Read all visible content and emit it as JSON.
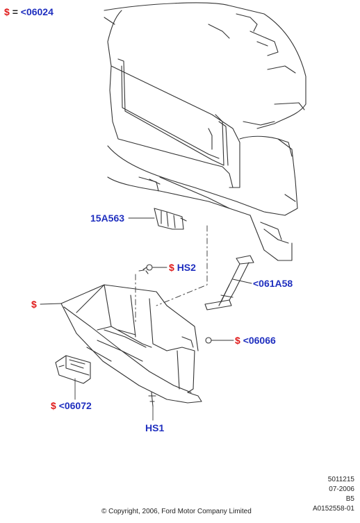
{
  "header": {
    "dollar": "$",
    "equals": "=",
    "code": "<06024"
  },
  "callouts": {
    "glovebox_dollar": "$",
    "latch_part": "15A563",
    "hs2_dollar": "$",
    "hs2": "HS2",
    "damper_part": "<061A58",
    "screw_dollar": "$",
    "screw_part": "<06066",
    "lock_dollar": "$",
    "lock_part": "<06072",
    "hs1": "HS1"
  },
  "footer": {
    "line1": "5011215",
    "line2": "07-2006",
    "line3": "B5",
    "line4": "A0152558-01",
    "copyright": "© Copyright, 2006, Ford Motor Company Limited"
  },
  "colors": {
    "part_number": "#1f2fbf",
    "dollar_marker": "#e01b1b",
    "linework": "#333333"
  }
}
